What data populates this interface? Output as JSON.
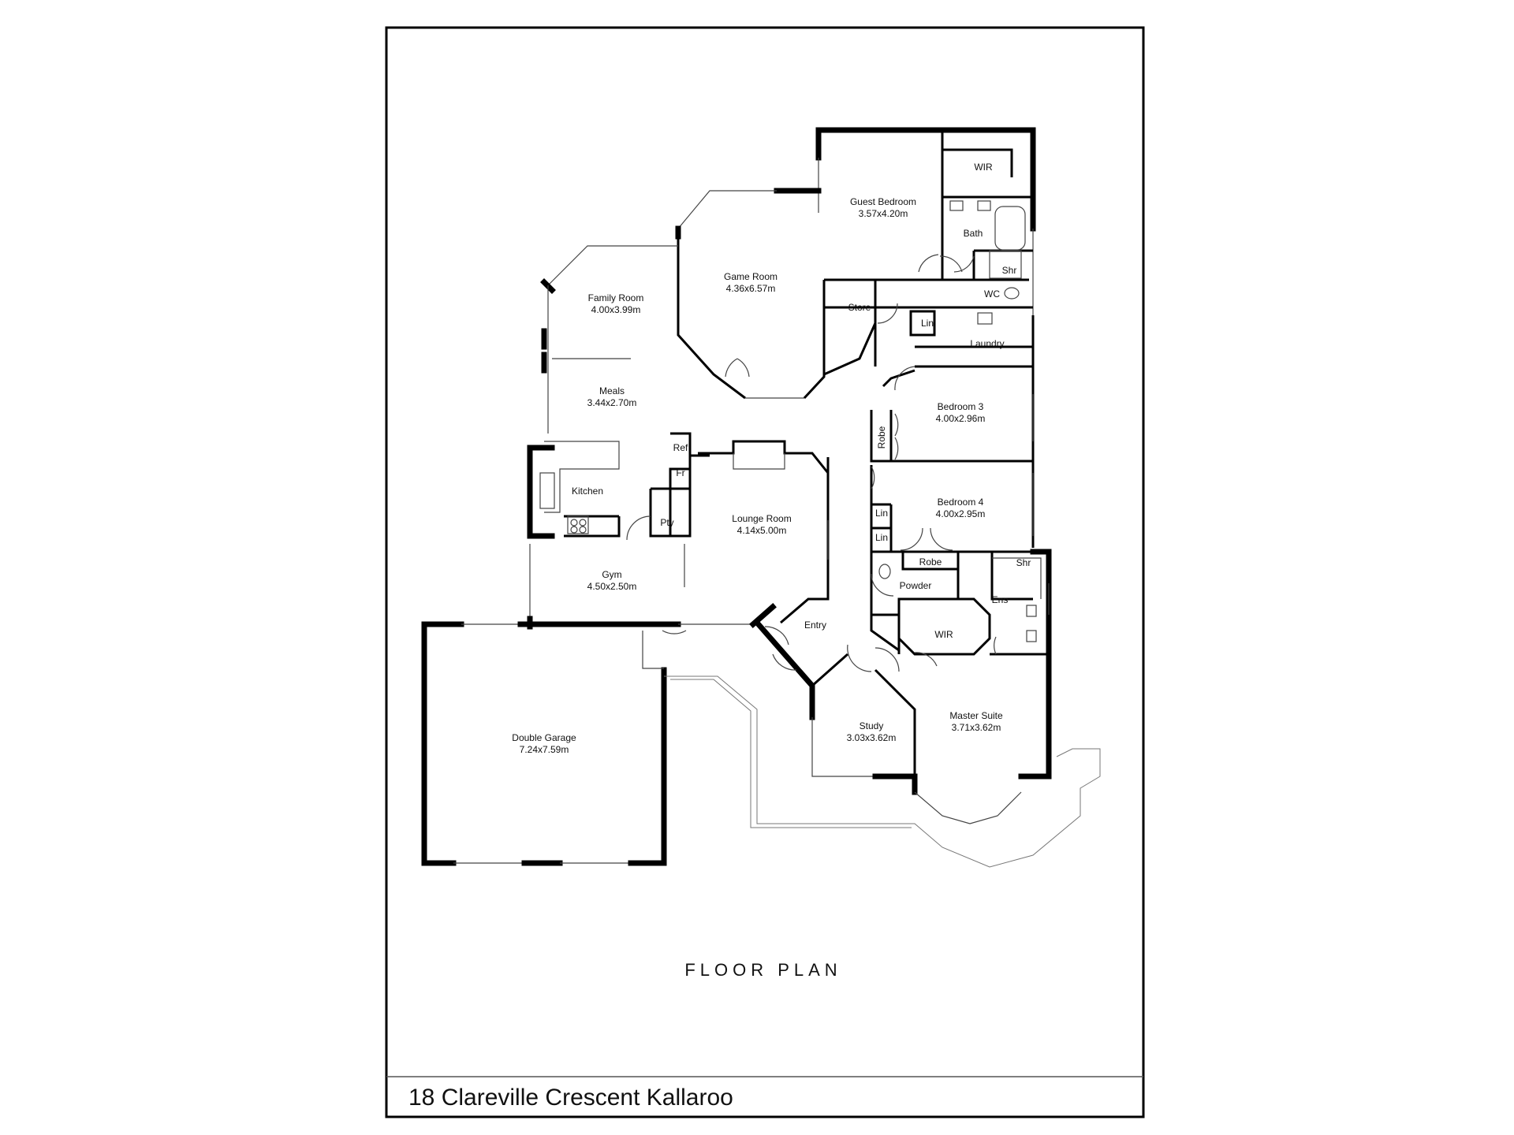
{
  "heading": "FLOOR PLAN",
  "address": "18 Clareville Crescent Kallaroo",
  "rooms": {
    "guest_bedroom": {
      "name": "Guest Bedroom",
      "size": "3.57x4.20m"
    },
    "game_room": {
      "name": "Game Room",
      "size": "4.36x6.57m"
    },
    "family_room": {
      "name": "Family Room",
      "size": "4.00x3.99m"
    },
    "meals": {
      "name": "Meals",
      "size": "3.44x2.70m"
    },
    "kitchen": {
      "name": "Kitchen"
    },
    "lounge_room": {
      "name": "Lounge Room",
      "size": "4.14x5.00m"
    },
    "gym": {
      "name": "Gym",
      "size": "4.50x2.50m"
    },
    "bedroom3": {
      "name": "Bedroom 3",
      "size": "4.00x2.96m"
    },
    "bedroom4": {
      "name": "Bedroom 4",
      "size": "4.00x2.95m"
    },
    "double_garage": {
      "name": "Double Garage",
      "size": "7.24x7.59m"
    },
    "study": {
      "name": "Study",
      "size": "3.03x3.62m"
    },
    "master_suite": {
      "name": "Master Suite",
      "size": "3.71x3.62m"
    },
    "wir_guest": {
      "name": "WIR"
    },
    "wir_master": {
      "name": "WIR"
    },
    "bath": {
      "name": "Bath"
    },
    "shr_guest": {
      "name": "Shr"
    },
    "wc": {
      "name": "WC"
    },
    "store": {
      "name": "Store"
    },
    "lin_laundry": {
      "name": "Lin"
    },
    "laundry": {
      "name": "Laundry"
    },
    "robe_bed3": {
      "name": "Robe"
    },
    "lin1": {
      "name": "Lin"
    },
    "lin2": {
      "name": "Lin"
    },
    "robe_bed4": {
      "name": "Robe"
    },
    "shr_ens": {
      "name": "Shr"
    },
    "powder": {
      "name": "Powder"
    },
    "ens": {
      "name": "Ens"
    },
    "entry": {
      "name": "Entry"
    },
    "ref": {
      "name": "Ref"
    },
    "fr": {
      "name": "Fr"
    },
    "pty": {
      "name": "Pty"
    }
  }
}
